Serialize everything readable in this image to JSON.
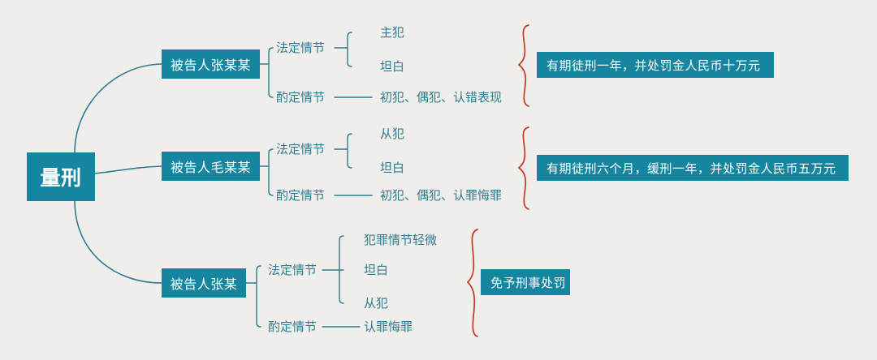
{
  "diagram": {
    "title": "量刑",
    "theme": {
      "background": "#efeeea",
      "node_fill": "#1686a0",
      "node_text": "#ffffff",
      "line_color": "#2f7d92",
      "leaf_text": "#2f7d92",
      "brace_color": "#c0392b"
    },
    "root": {
      "label": "量刑"
    },
    "branches": [
      {
        "person": "被告人张某某",
        "categories": [
          {
            "label": "法定情节",
            "items": [
              "主犯",
              "坦白"
            ]
          },
          {
            "label": "酌定情节",
            "items": [
              "初犯、偶犯、认错表现"
            ]
          }
        ],
        "outcome": "有期徒刑一年，并处罚金人民币十万元"
      },
      {
        "person": "被告人毛某某",
        "categories": [
          {
            "label": "法定情节",
            "items": [
              "从犯",
              "坦白"
            ]
          },
          {
            "label": "酌定情节",
            "items": [
              "初犯、偶犯、认罪悔罪"
            ]
          }
        ],
        "outcome": "有期徒刑六个月，缓刑一年，并处罚金人民币五万元"
      },
      {
        "person": "被告人张某",
        "categories": [
          {
            "label": "法定情节",
            "items": [
              "犯罪情节轻微",
              "坦白",
              "从犯"
            ]
          },
          {
            "label": "酌定情节",
            "items": [
              "认罪悔罪"
            ]
          }
        ],
        "outcome": "免予刑事处罚"
      }
    ]
  }
}
